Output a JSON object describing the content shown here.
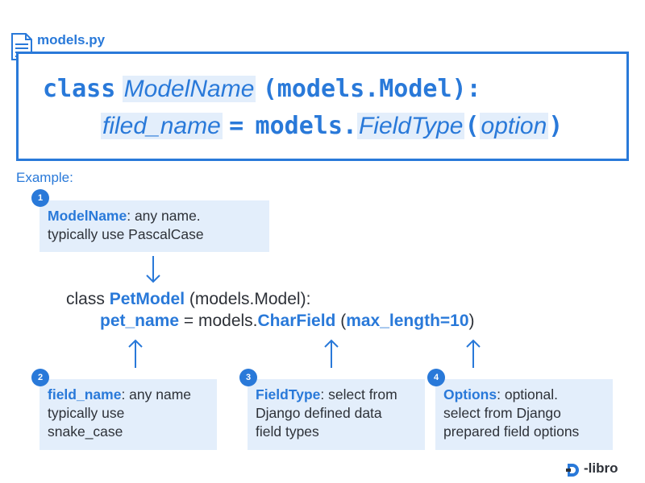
{
  "file": {
    "icon": "file-doc-icon",
    "name": "models.py"
  },
  "syntax": {
    "line1": {
      "kw_class": "class",
      "model_name": "ModelName",
      "base": "(models.Model):"
    },
    "line2": {
      "field_name": "filed_name",
      "equals": "=",
      "models": "models.",
      "field_type": "FieldType",
      "open": "(",
      "option": "option",
      "close": ")"
    }
  },
  "example": {
    "label": "Example:",
    "line1": {
      "prefix": "class ",
      "model": "PetModel",
      "suffix": " (models.Model):"
    },
    "line2": {
      "field": "pet_name",
      "mid": " = models.",
      "type": "CharField",
      "open": " (",
      "option": "max_length=10",
      "close": ")"
    }
  },
  "callouts": [
    {
      "badge": "1",
      "term": "ModelName",
      "text1": ": any name.",
      "line2": "typically use PascalCase",
      "line3": ""
    },
    {
      "badge": "2",
      "term": "field_name",
      "text1": ": any name",
      "line2": "typically use",
      "line3": "snake_case"
    },
    {
      "badge": "3",
      "term": "FieldType",
      "text1": ": select from",
      "line2": "Django defined data",
      "line3": "field types"
    },
    {
      "badge": "4",
      "term": "Options",
      "text1": ": optional.",
      "line2": "select from Django",
      "line3": "prepared field options"
    }
  ],
  "logo": {
    "text": "libro"
  },
  "colors": {
    "accent": "#2979d9",
    "highlight": "#e3eefb",
    "text": "#2d3138"
  }
}
